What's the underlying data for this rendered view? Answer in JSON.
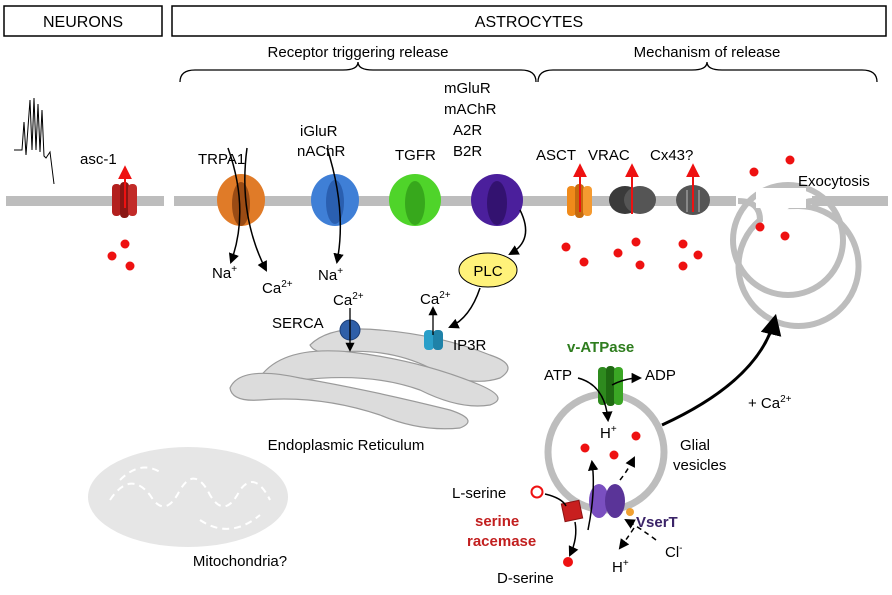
{
  "headers": {
    "neurons": "NEURONS",
    "astrocytes": "ASTROCYTES"
  },
  "sections": {
    "receptor": "Receptor triggering release",
    "mechanism": "Mechanism of release"
  },
  "transporters": {
    "asc1": "asc-1",
    "trpa1": "TRPA1",
    "iglur": "iGluR",
    "nachr": "nAChR",
    "tgfr": "TGFR",
    "gpcr": [
      "mGluR",
      "mAChR",
      "A2R",
      "B2R"
    ],
    "asct": "ASCT",
    "vrac": "VRAC",
    "cx43": "Cx43?"
  },
  "ions": {
    "na": "Na",
    "na_sup": "+",
    "ca": "Ca",
    "ca_sup": "2+",
    "h": "H",
    "h_sup": "+",
    "cl": "Cl",
    "cl_sup": "-",
    "plus_ca": "+ Ca",
    "plus_ca_sup": "2+"
  },
  "labels": {
    "exocytosis": "Exocytosis",
    "plc": "PLC",
    "serca": "SERCA",
    "ip3r": "IP3R",
    "er": "Endoplasmic Reticulum",
    "mito": "Mitochondria?",
    "vatpase": "v-ATPase",
    "atp": "ATP",
    "adp": "ADP",
    "glial": [
      "Glial",
      "vesicles"
    ],
    "lserine": "L-serine",
    "dserine": "D-serine",
    "racemase": [
      "serine",
      "racemase"
    ],
    "vsert": "VserT"
  },
  "colors": {
    "membrane": "#bdbdbd",
    "dot": "#ee1111",
    "asc1": "#b3201e",
    "trpa1": "#e07b28",
    "iglur": "#3f7fd6",
    "tgfr": "#4fd42a",
    "gpcr": "#4b1f9c",
    "asct": "#f08a1a",
    "vrac": "#3a3a3a",
    "cx43": "#555555",
    "plc": "#fff27a",
    "serca": "#2f5fa8",
    "ip3r": "#2a9fc9",
    "vatpase": "#2e8a1e",
    "vsert": "#7a4fc0",
    "racemase": "#c81f1f"
  }
}
